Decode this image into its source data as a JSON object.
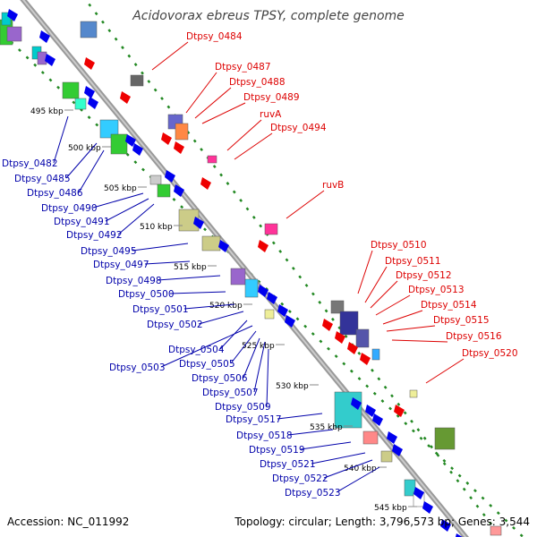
{
  "title": "Acidovorax ebreus TPSY, complete genome",
  "accession_label": "Accession: NC_011992",
  "summary_label": "Topology: circular; Length: 3,796,573 bp; Genes: 3,544",
  "colors": {
    "backbone": "#999999",
    "dotted_track": "#228822",
    "right_label": "#dd0000",
    "left_label": "#0000aa",
    "scale_label": "#000000"
  },
  "scale_labels": [
    "495 kbp",
    "500 kbp",
    "505 kbp",
    "510 kbp",
    "515 kbp",
    "520 kbp",
    "525 kbp",
    "530 kbp",
    "535 kbp",
    "540 kbp",
    "545 kbp"
  ],
  "right_labels": [
    "Dtpsy_0484",
    "Dtpsy_0487",
    "Dtpsy_0488",
    "Dtpsy_0489",
    "ruvA",
    "Dtpsy_0494",
    "ruvB",
    "Dtpsy_0510",
    "Dtpsy_0511",
    "Dtpsy_0512",
    "Dtpsy_0513",
    "Dtpsy_0514",
    "Dtpsy_0515",
    "Dtpsy_0516",
    "Dtpsy_0520"
  ],
  "left_labels": [
    "Dtpsy_0482",
    "Dtpsy_0485",
    "Dtpsy_0486",
    "Dtpsy_0490",
    "Dtpsy_0491",
    "Dtpsy_0492",
    "Dtpsy_0495",
    "Dtpsy_0497",
    "Dtpsy_0498",
    "Dtpsy_0500",
    "Dtpsy_0501",
    "Dtpsy_0502",
    "Dtpsy_0504",
    "Dtpsy_0503",
    "Dtpsy_0505",
    "Dtpsy_0506",
    "Dtpsy_0507",
    "Dtpsy_0509",
    "Dtpsy_0517",
    "Dtpsy_0518",
    "Dtpsy_0519",
    "Dtpsy_0521",
    "Dtpsy_0522",
    "Dtpsy_0523"
  ]
}
